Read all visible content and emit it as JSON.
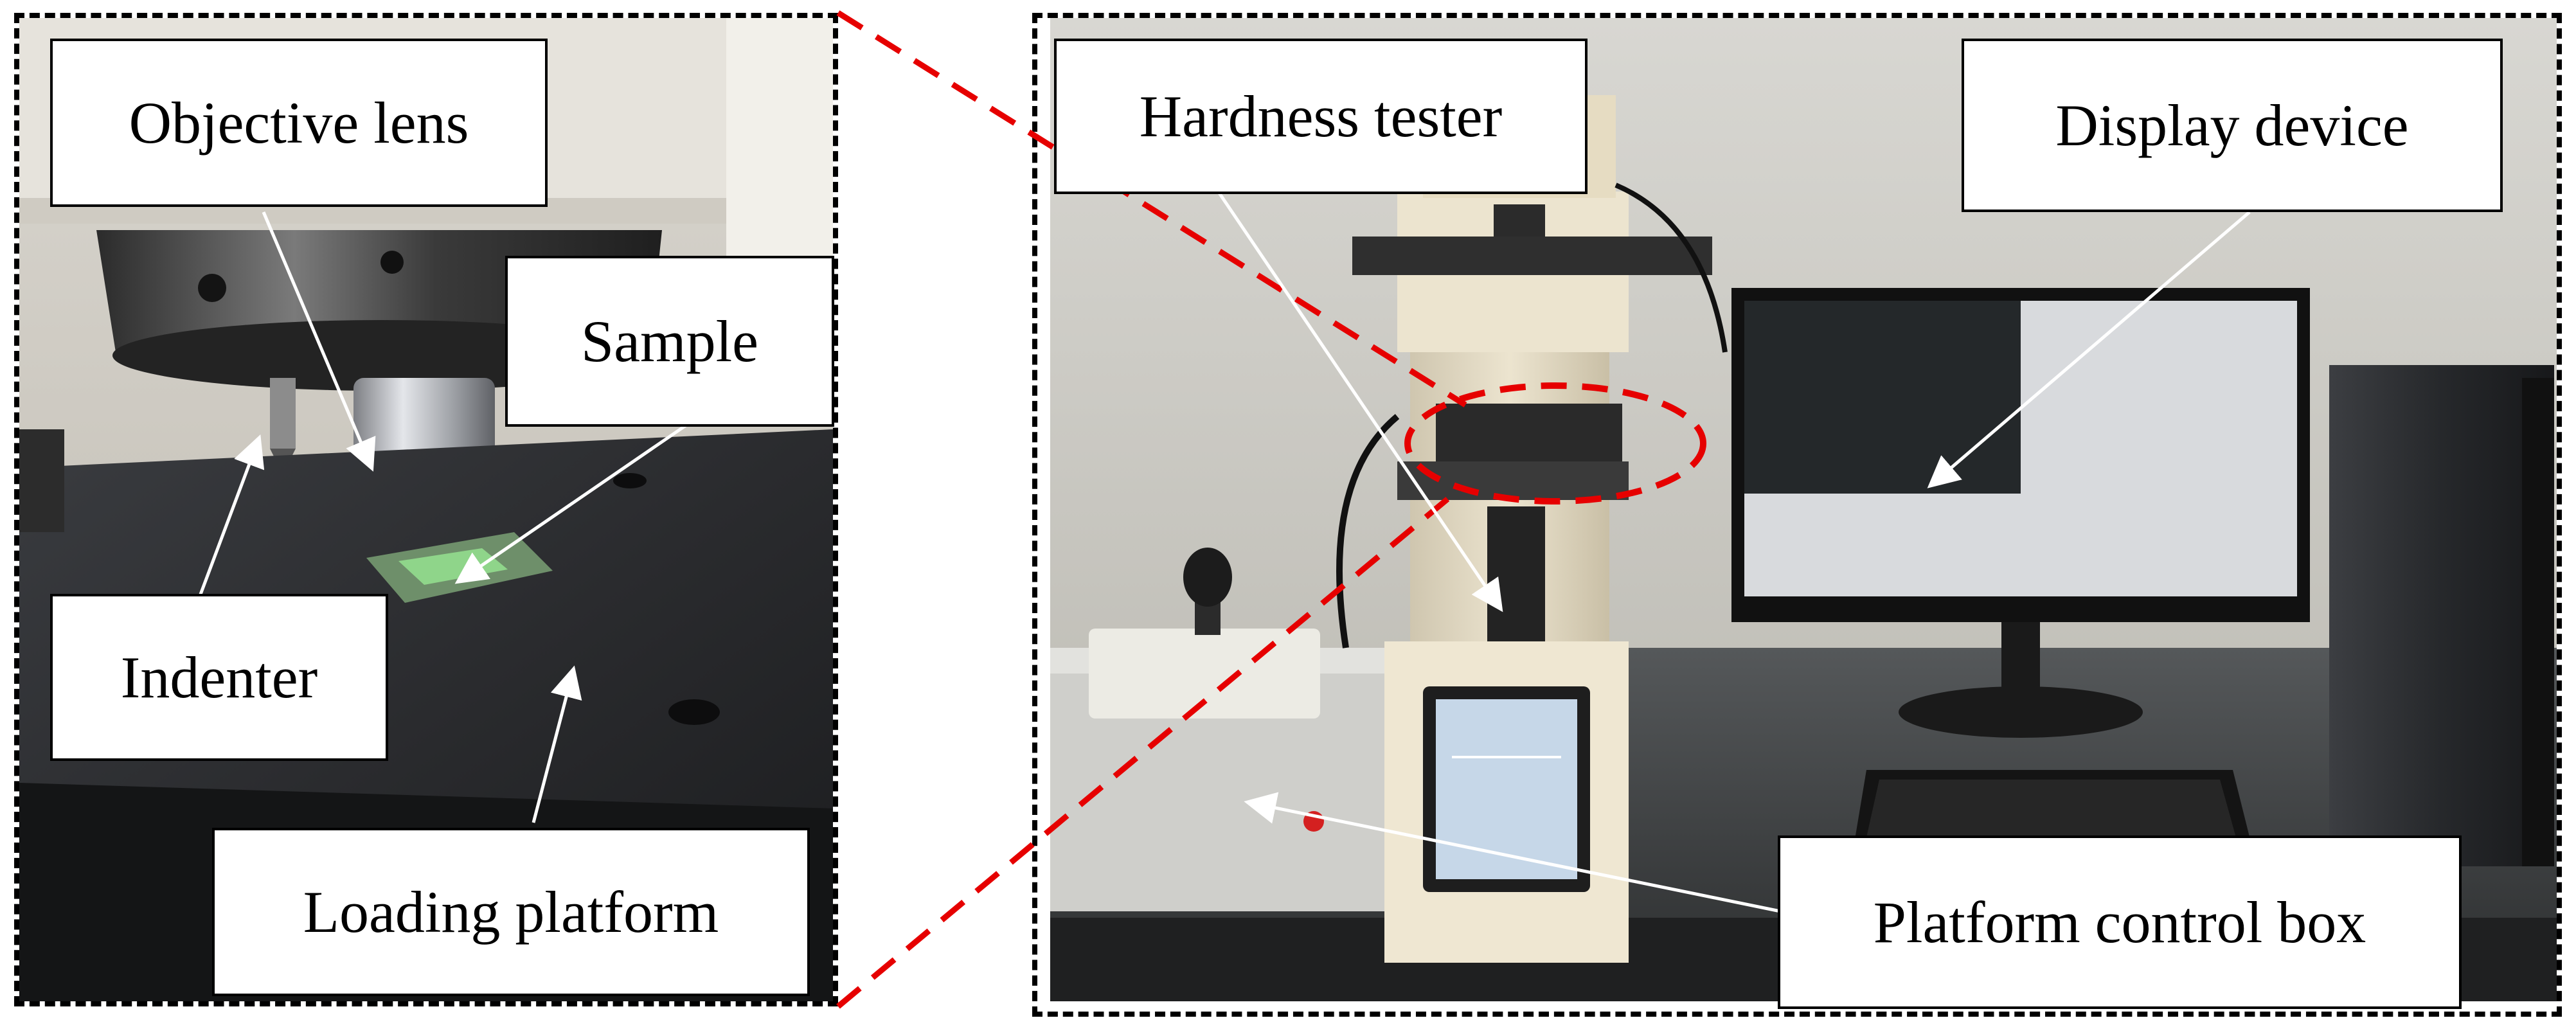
{
  "figure": {
    "left_panel": {
      "labels": {
        "objective_lens": "Objective lens",
        "sample": "Sample",
        "indenter": "Indenter",
        "loading_platform": "Loading platform"
      }
    },
    "right_panel": {
      "labels": {
        "hardness_tester": "Hardness tester",
        "display_device": "Display device",
        "platform_control_box": "Platform control box"
      }
    },
    "colors": {
      "frame": "#000000",
      "zoom_lines": "#e60000",
      "arrows": "#ffffff"
    }
  }
}
